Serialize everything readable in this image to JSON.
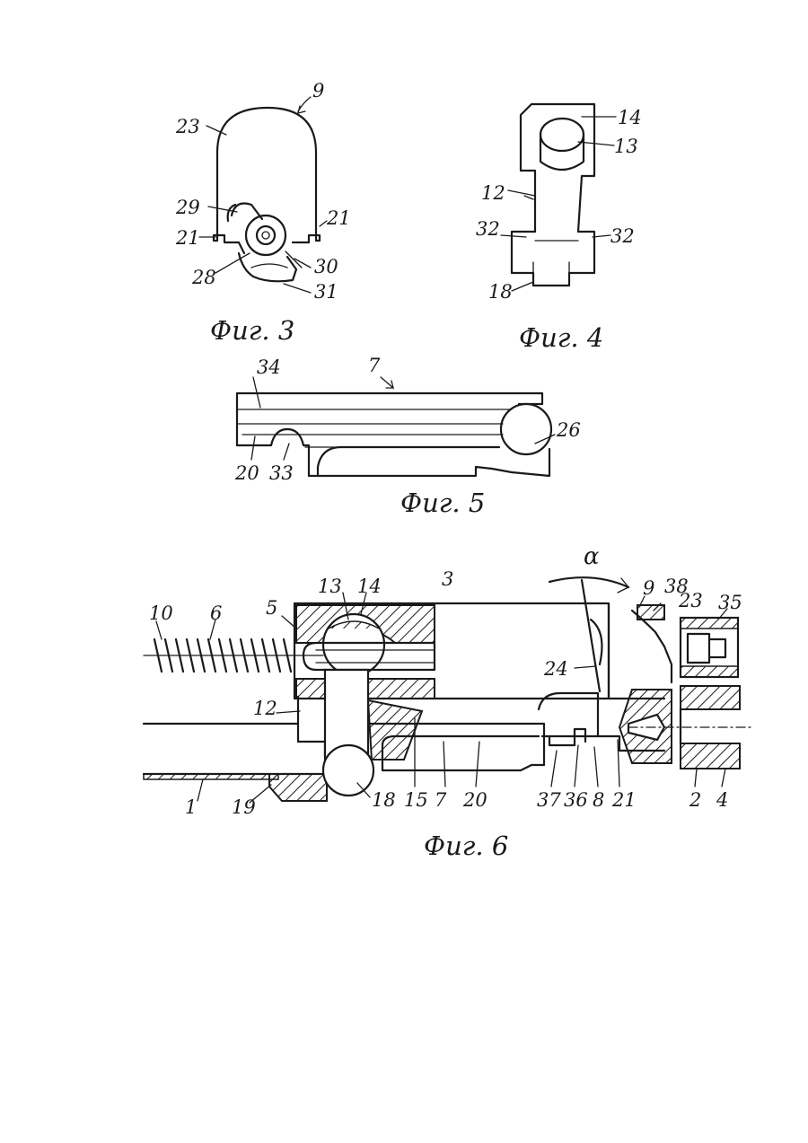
{
  "figures": {
    "fig3": {
      "caption": "Фиг. 3",
      "labels": [
        "9",
        "23",
        "29",
        "21",
        "21",
        "28",
        "30",
        "31"
      ]
    },
    "fig4": {
      "caption": "Фиг. 4",
      "labels": [
        "14",
        "13",
        "12",
        "32",
        "32",
        "18"
      ]
    },
    "fig5": {
      "caption": "Фиг. 5",
      "labels": [
        "7",
        "34",
        "26",
        "20",
        "33"
      ]
    },
    "fig6": {
      "caption": "Фиг. 6",
      "angle_symbol": "α",
      "labels": [
        "10",
        "6",
        "5",
        "13",
        "14",
        "3",
        "9",
        "38",
        "23",
        "35",
        "24",
        "12",
        "1",
        "19",
        "18",
        "15",
        "7",
        "20",
        "37",
        "36",
        "8",
        "21",
        "2",
        "4"
      ]
    }
  },
  "colors": {
    "ink": "#1a1a1a",
    "paper": "#ffffff"
  }
}
